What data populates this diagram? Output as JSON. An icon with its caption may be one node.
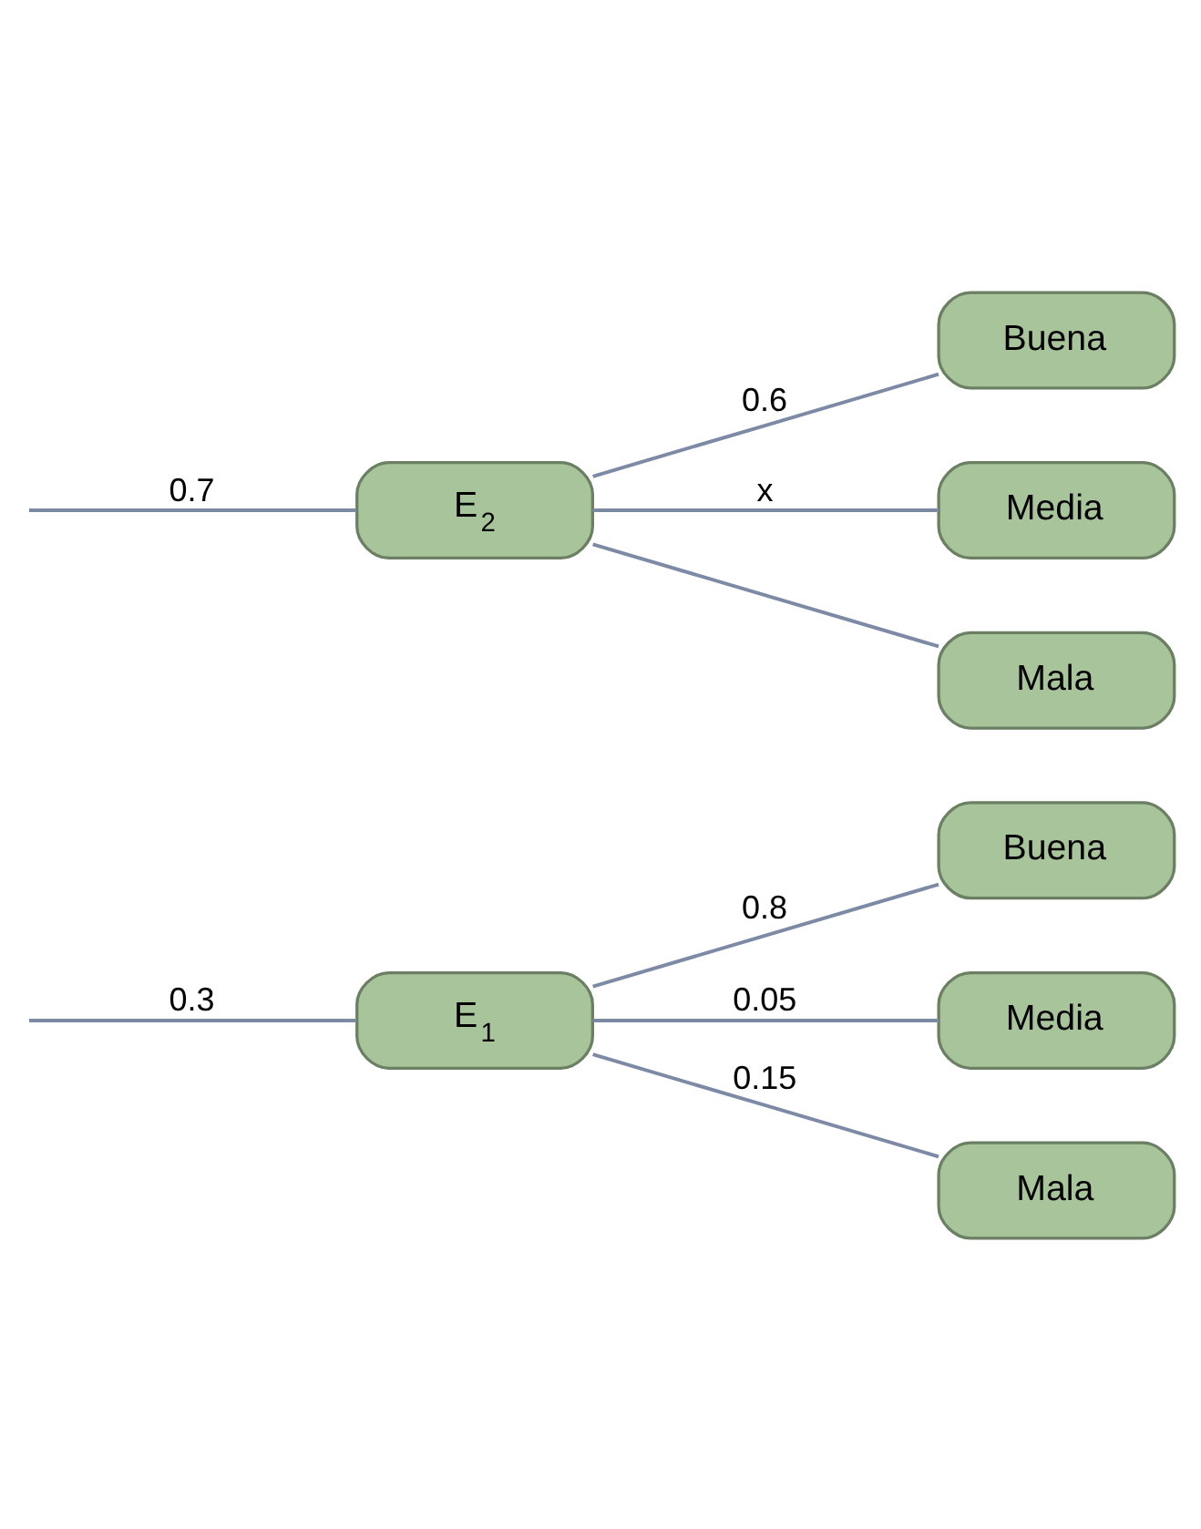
{
  "diagram": {
    "nodes": [
      {
        "text": [
          "E$_{1}$"
        ]
      },
      {
        "text": [
          "Buena"
        ]
      },
      {
        "text": [
          "Media"
        ]
      },
      {
        "text": [
          "Mala"
        ]
      },
      {
        "text": [
          "E$_{2}$"
        ]
      },
      {
        "text": [
          "Buena"
        ]
      },
      {
        "text": [
          "Media"
        ]
      },
      {
        "text": [
          "Mala"
        ]
      }
    ],
    "edges": [
      {
        "from": null,
        "to": 0,
        "arrow": "none",
        "label": "0.3"
      },
      {
        "from": null,
        "to": 4,
        "arrow": "none",
        "label": "0.7"
      },
      {
        "from": 0,
        "to": 1,
        "arrow": "none",
        "label": "0.8"
      },
      {
        "from": 0,
        "to": 2,
        "arrow": "none",
        "label": "0.05"
      },
      {
        "from": 0,
        "to": 3,
        "arrow": "none",
        "label": "0.15"
      },
      {
        "from": 4,
        "to": 5,
        "arrow": "none",
        "label": "0.6"
      },
      {
        "from": 4,
        "to": 6,
        "arrow": "none",
        "label": "x"
      },
      {
        "from": 4,
        "to": 7,
        "arrow": "none"
      }
    ]
  }
}
